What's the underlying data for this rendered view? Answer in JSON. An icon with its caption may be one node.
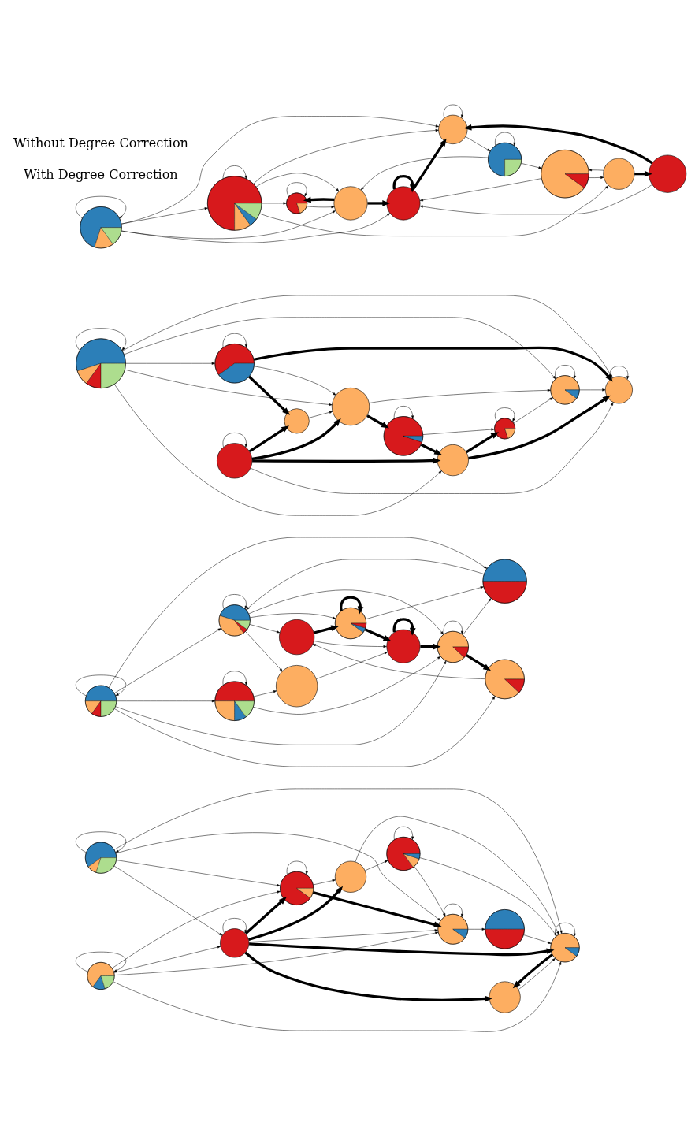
{
  "diagram": {
    "nodes": [
      {
        "text": [],
        "shape": "circle"
      },
      {
        "text": [],
        "shape": "circle"
      },
      {
        "text": [],
        "shape": "circle"
      },
      {
        "text": [],
        "shape": "circle"
      },
      {
        "text": [],
        "shape": "circle"
      },
      {
        "text": [],
        "shape": "circle"
      },
      {
        "text": [],
        "shape": "circle"
      },
      {
        "text": [],
        "shape": "circle"
      },
      {
        "text": [],
        "shape": "circle"
      },
      {
        "text": [],
        "shape": "circle"
      },
      {
        "text": [],
        "shape": "circle"
      },
      {
        "text": [],
        "shape": "circle"
      },
      {
        "text": [],
        "shape": "circle"
      },
      {
        "text": [],
        "shape": "circle"
      },
      {
        "text": [],
        "shape": "circle"
      },
      {
        "text": [],
        "shape": "circle"
      },
      {
        "text": [],
        "shape": "circle"
      },
      {
        "text": [],
        "shape": "circle"
      },
      {
        "text": [],
        "shape": "circle"
      },
      {
        "text": [],
        "shape": "circle"
      },
      {
        "text": [],
        "shape": "circle"
      },
      {
        "text": [],
        "shape": "circle"
      },
      {
        "text": [],
        "shape": "circle"
      },
      {
        "text": [],
        "shape": "circle"
      },
      {
        "text": [],
        "shape": "circle"
      },
      {
        "text": [],
        "shape": "circle"
      },
      {
        "text": [],
        "shape": "circle"
      },
      {
        "text": [],
        "shape": "circle"
      },
      {
        "text": [],
        "shape": "circle"
      },
      {
        "text": [],
        "shape": "circle"
      },
      {
        "text": [],
        "shape": "circle"
      },
      {
        "text": [],
        "shape": "circle"
      },
      {
        "text": [],
        "shape": "circle"
      },
      {
        "text": [],
        "shape": "circle"
      },
      {
        "text": [],
        "shape": "circle"
      },
      {
        "text": [],
        "shape": "circle"
      },
      {
        "text": [],
        "shape": "circle"
      },
      {
        "text": [],
        "shape": "circle"
      },
      {
        "text": [],
        "shape": "circle"
      },
      {
        "text": [],
        "shape": "circle"
      }
    ],
    "edges": [
      {
        "from": 0,
        "to": 0,
        "arrow": "to"
      },
      {
        "from": 0,
        "to": 9,
        "arrow": "to"
      },
      {
        "from": 0,
        "to": 7,
        "arrow": "to"
      },
      {
        "from": 0,
        "to": 4,
        "arrow": "to"
      },
      {
        "from": 0,
        "to": 2,
        "arrow": "to"
      },
      {
        "from": 1,
        "to": 1,
        "arrow": "to"
      },
      {
        "from": 1,
        "to": 2,
        "arrow": "to"
      },
      {
        "from": 1,
        "to": 4,
        "arrow": "to"
      },
      {
        "from": 1,
        "to": 7,
        "arrow": "to"
      },
      {
        "from": 1,
        "to": 9,
        "arrow": "to"
      },
      {
        "from": 2,
        "to": 2,
        "arrow": "to"
      },
      {
        "from": 2,
        "to": 3,
        "arrow": "to",
        "style": "thick"
      },
      {
        "from": 2,
        "to": 4,
        "arrow": "to",
        "style": "thick"
      },
      {
        "from": 2,
        "to": 5,
        "arrow": "to",
        "style": "thick"
      },
      {
        "from": 2,
        "to": 9,
        "arrow": "to",
        "style": "thick"
      },
      {
        "from": 2,
        "to": 7,
        "arrow": "to"
      },
      {
        "from": 3,
        "to": 9,
        "arrow": "to"
      },
      {
        "from": 4,
        "to": 4,
        "arrow": "to"
      },
      {
        "from": 4,
        "to": 7,
        "arrow": "to",
        "style": "thick"
      },
      {
        "from": 4,
        "to": 5,
        "arrow": "to"
      },
      {
        "from": 5,
        "to": 6,
        "arrow": "to"
      },
      {
        "from": 6,
        "to": 6,
        "arrow": "to"
      },
      {
        "from": 6,
        "to": 7,
        "arrow": "to"
      },
      {
        "from": 6,
        "to": 9,
        "arrow": "to"
      },
      {
        "from": 7,
        "to": 7,
        "arrow": "to"
      },
      {
        "from": 7,
        "to": 8,
        "arrow": "to"
      },
      {
        "from": 8,
        "to": 9,
        "arrow": "to"
      },
      {
        "from": 9,
        "to": 9,
        "arrow": "to"
      },
      {
        "from": 9,
        "to": 3,
        "arrow": "to",
        "style": "thick"
      },
      {
        "from": 5,
        "to": 9,
        "arrow": "to"
      },
      {
        "from": 10,
        "to": 10,
        "arrow": "to"
      },
      {
        "from": 10,
        "to": 11,
        "arrow": "to"
      },
      {
        "from": 10,
        "to": 14,
        "arrow": "to"
      },
      {
        "from": 10,
        "to": 18,
        "arrow": "to"
      },
      {
        "from": 10,
        "to": 19,
        "arrow": "to"
      },
      {
        "from": 10,
        "to": 17,
        "arrow": "to"
      },
      {
        "from": 11,
        "to": 11,
        "arrow": "to"
      },
      {
        "from": 11,
        "to": 12,
        "arrow": "to"
      },
      {
        "from": 11,
        "to": 13,
        "arrow": "to"
      },
      {
        "from": 11,
        "to": 15,
        "arrow": "to"
      },
      {
        "from": 11,
        "to": 17,
        "arrow": "to"
      },
      {
        "from": 12,
        "to": 13,
        "arrow": "to",
        "style": "thick"
      },
      {
        "from": 12,
        "to": 16,
        "arrow": "to"
      },
      {
        "from": 13,
        "to": 13,
        "arrow": "to",
        "style": "thick"
      },
      {
        "from": 13,
        "to": 16,
        "arrow": "to",
        "style": "thick"
      },
      {
        "from": 13,
        "to": 18,
        "arrow": "to"
      },
      {
        "from": 14,
        "to": 14,
        "arrow": "to"
      },
      {
        "from": 14,
        "to": 15,
        "arrow": "to"
      },
      {
        "from": 14,
        "to": 17,
        "arrow": "to"
      },
      {
        "from": 15,
        "to": 16,
        "arrow": "to"
      },
      {
        "from": 16,
        "to": 16,
        "arrow": "to",
        "style": "thick"
      },
      {
        "from": 16,
        "to": 17,
        "arrow": "to",
        "style": "thick"
      },
      {
        "from": 17,
        "to": 17,
        "arrow": "to"
      },
      {
        "from": 17,
        "to": 19,
        "arrow": "to",
        "style": "thick"
      },
      {
        "from": 17,
        "to": 18,
        "arrow": "to"
      },
      {
        "from": 18,
        "to": 11,
        "arrow": "to"
      },
      {
        "from": 19,
        "to": 12,
        "arrow": "to"
      },
      {
        "from": 20,
        "to": 20,
        "arrow": "to"
      },
      {
        "from": 20,
        "to": 21,
        "arrow": "to"
      },
      {
        "from": 20,
        "to": 24,
        "arrow": "to"
      },
      {
        "from": 20,
        "to": 29,
        "arrow": "to"
      },
      {
        "from": 20,
        "to": 28,
        "arrow": "to"
      },
      {
        "from": 21,
        "to": 21,
        "arrow": "to"
      },
      {
        "from": 21,
        "to": 24,
        "arrow": "to"
      },
      {
        "from": 21,
        "to": 23,
        "arrow": "to",
        "style": "thick"
      },
      {
        "from": 21,
        "to": 29,
        "arrow": "to",
        "style": "thick"
      },
      {
        "from": 22,
        "to": 22,
        "arrow": "to"
      },
      {
        "from": 22,
        "to": 23,
        "arrow": "to",
        "style": "thick"
      },
      {
        "from": 22,
        "to": 24,
        "arrow": "to",
        "style": "thick"
      },
      {
        "from": 22,
        "to": 26,
        "arrow": "to",
        "style": "thick"
      },
      {
        "from": 22,
        "to": 29,
        "arrow": "to"
      },
      {
        "from": 23,
        "to": 24,
        "arrow": "to"
      },
      {
        "from": 24,
        "to": 25,
        "arrow": "to",
        "style": "thick"
      },
      {
        "from": 24,
        "to": 28,
        "arrow": "to"
      },
      {
        "from": 25,
        "to": 25,
        "arrow": "to"
      },
      {
        "from": 25,
        "to": 26,
        "arrow": "to",
        "style": "thick"
      },
      {
        "from": 25,
        "to": 27,
        "arrow": "to"
      },
      {
        "from": 26,
        "to": 27,
        "arrow": "to",
        "style": "thick"
      },
      {
        "from": 26,
        "to": 29,
        "arrow": "to",
        "style": "thick"
      },
      {
        "from": 27,
        "to": 27,
        "arrow": "to"
      },
      {
        "from": 27,
        "to": 28,
        "arrow": "to"
      },
      {
        "from": 28,
        "to": 28,
        "arrow": "to"
      },
      {
        "from": 28,
        "to": 29,
        "arrow": "to"
      },
      {
        "from": 29,
        "to": 29,
        "arrow": "to"
      },
      {
        "from": 20,
        "to": 26,
        "arrow": "to"
      },
      {
        "from": 30,
        "to": 30,
        "arrow": "to"
      },
      {
        "from": 30,
        "to": 31,
        "arrow": "to"
      },
      {
        "from": 30,
        "to": 38,
        "arrow": "to"
      },
      {
        "from": 30,
        "to": 35,
        "arrow": "to"
      },
      {
        "from": 30,
        "to": 39,
        "arrow": "to"
      },
      {
        "from": 31,
        "to": 31,
        "arrow": "to"
      },
      {
        "from": 31,
        "to": 32,
        "arrow": "to"
      },
      {
        "from": 31,
        "to": 33,
        "arrow": "to"
      },
      {
        "from": 31,
        "to": 38,
        "arrow": "to"
      },
      {
        "from": 31,
        "to": 35,
        "arrow": "to"
      },
      {
        "from": 32,
        "to": 32,
        "arrow": "to"
      },
      {
        "from": 32,
        "to": 38,
        "arrow": "to"
      },
      {
        "from": 33,
        "to": 34,
        "arrow": "to",
        "style": "thick"
      },
      {
        "from": 33,
        "to": 37,
        "arrow": "to"
      },
      {
        "from": 34,
        "to": 35,
        "arrow": "to",
        "style": "thick"
      },
      {
        "from": 34,
        "to": 39,
        "arrow": "to"
      },
      {
        "from": 35,
        "to": 35,
        "arrow": "to"
      },
      {
        "from": 35,
        "to": 36,
        "arrow": "to"
      },
      {
        "from": 36,
        "to": 36,
        "arrow": "to"
      },
      {
        "from": 36,
        "to": 37,
        "arrow": "to"
      },
      {
        "from": 36,
        "to": 38,
        "arrow": "to"
      },
      {
        "from": 37,
        "to": 39,
        "arrow": "to"
      },
      {
        "from": 38,
        "to": 39,
        "arrow": "to",
        "style": "thick"
      },
      {
        "from": 38,
        "to": 32,
        "arrow": "to",
        "style": "thick"
      },
      {
        "from": 39,
        "to": 39,
        "arrow": "to",
        "style": "thick"
      },
      {
        "from": 39,
        "to": 35,
        "arrow": "to",
        "style": "thick"
      },
      {
        "from": 37,
        "to": 33,
        "arrow": "to"
      }
    ],
    "labels": [
      "With Degree Correction",
      "Without Degree Correction"
    ]
  }
}
